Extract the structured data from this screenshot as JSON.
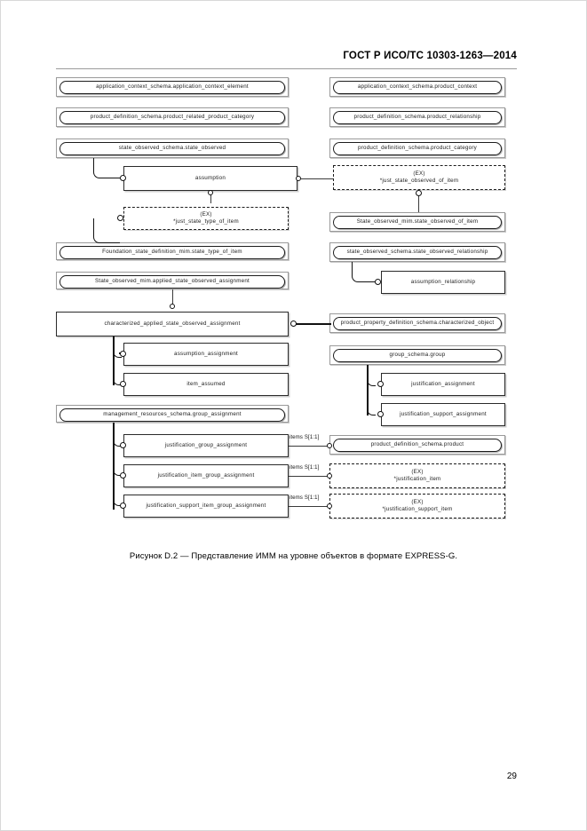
{
  "document": {
    "header": "ГОСТ Р ИСО/ТС 10303-1263—2014",
    "page_number": "29",
    "caption": "Рисунок D.2 —  Представление ИММ на уровне объектов в формате EXPRESS-G."
  },
  "diagram": {
    "type": "EXPRESS-G object level model",
    "left_column": [
      {
        "id": "l1",
        "kind": "schema-ref",
        "label": "application_context_schema.application_context_element"
      },
      {
        "id": "l2",
        "kind": "schema-ref",
        "label": "product_definition_schema.product_related_product_category"
      },
      {
        "id": "l3",
        "kind": "schema-ref",
        "label": "state_observed_schema.state_observed"
      },
      {
        "id": "l4",
        "kind": "entity",
        "label": "assumption"
      },
      {
        "id": "l5",
        "kind": "external",
        "label_top": "(EX)",
        "label_bottom": "*just_state_type_of_item"
      },
      {
        "id": "l6",
        "kind": "schema-ref",
        "label": "Foundation_state_definition_mim.state_type_of_item"
      },
      {
        "id": "l7",
        "kind": "schema-ref",
        "label": "State_observed_mim.applied_state_observed_assignment"
      },
      {
        "id": "l8",
        "kind": "entity",
        "label": "characterized_applied_state_observed_assignment"
      },
      {
        "id": "l9",
        "kind": "entity",
        "label": "assumption_assignment"
      },
      {
        "id": "l10",
        "kind": "entity",
        "label": "item_assumed"
      },
      {
        "id": "l11",
        "kind": "schema-ref",
        "label": "management_resources_schema.group_assignment"
      },
      {
        "id": "l12",
        "kind": "entity",
        "label": "justification_group_assignment"
      },
      {
        "id": "l13",
        "kind": "entity",
        "label": "justification_item_group_assignment"
      },
      {
        "id": "l14",
        "kind": "entity",
        "label": "justification_support_item_group_assignment"
      }
    ],
    "right_column": [
      {
        "id": "r1",
        "kind": "schema-ref",
        "label": "application_context_schema.product_context"
      },
      {
        "id": "r2",
        "kind": "schema-ref",
        "label": "product_definition_schema.product_relationship"
      },
      {
        "id": "r3",
        "kind": "schema-ref",
        "label": "product_definition_schema.product_category"
      },
      {
        "id": "r4",
        "kind": "external",
        "label_top": "(EX)",
        "label_bottom": "*just_state_observed_of_item"
      },
      {
        "id": "r5",
        "kind": "schema-ref",
        "label": "State_observed_mim.state_observed_of_item"
      },
      {
        "id": "r6",
        "kind": "schema-ref",
        "label": "state_observed_schema.state_observed_relationship"
      },
      {
        "id": "r7",
        "kind": "entity",
        "label": "assumption_relationship"
      },
      {
        "id": "r8",
        "kind": "schema-ref",
        "label": "product_property_definition_schema.characterized_object"
      },
      {
        "id": "r9",
        "kind": "schema-ref",
        "label": "group_schema.group"
      },
      {
        "id": "r10",
        "kind": "entity",
        "label": "justification_assignment"
      },
      {
        "id": "r11",
        "kind": "entity",
        "label": "justification_support_assignment"
      },
      {
        "id": "r12",
        "kind": "schema-ref",
        "label": "product_definition_schema.product"
      },
      {
        "id": "r13",
        "kind": "external",
        "label_top": "(EX)",
        "label_bottom": "*justification_item"
      },
      {
        "id": "r14",
        "kind": "external",
        "label_top": "(EX)",
        "label_bottom": "*justification_support_item"
      }
    ],
    "edge_labels": [
      {
        "id": "e1",
        "text": "items S[1:1]"
      },
      {
        "id": "e2",
        "text": "items S[1:1]"
      },
      {
        "id": "e3",
        "text": "items S[1:1]"
      }
    ]
  }
}
